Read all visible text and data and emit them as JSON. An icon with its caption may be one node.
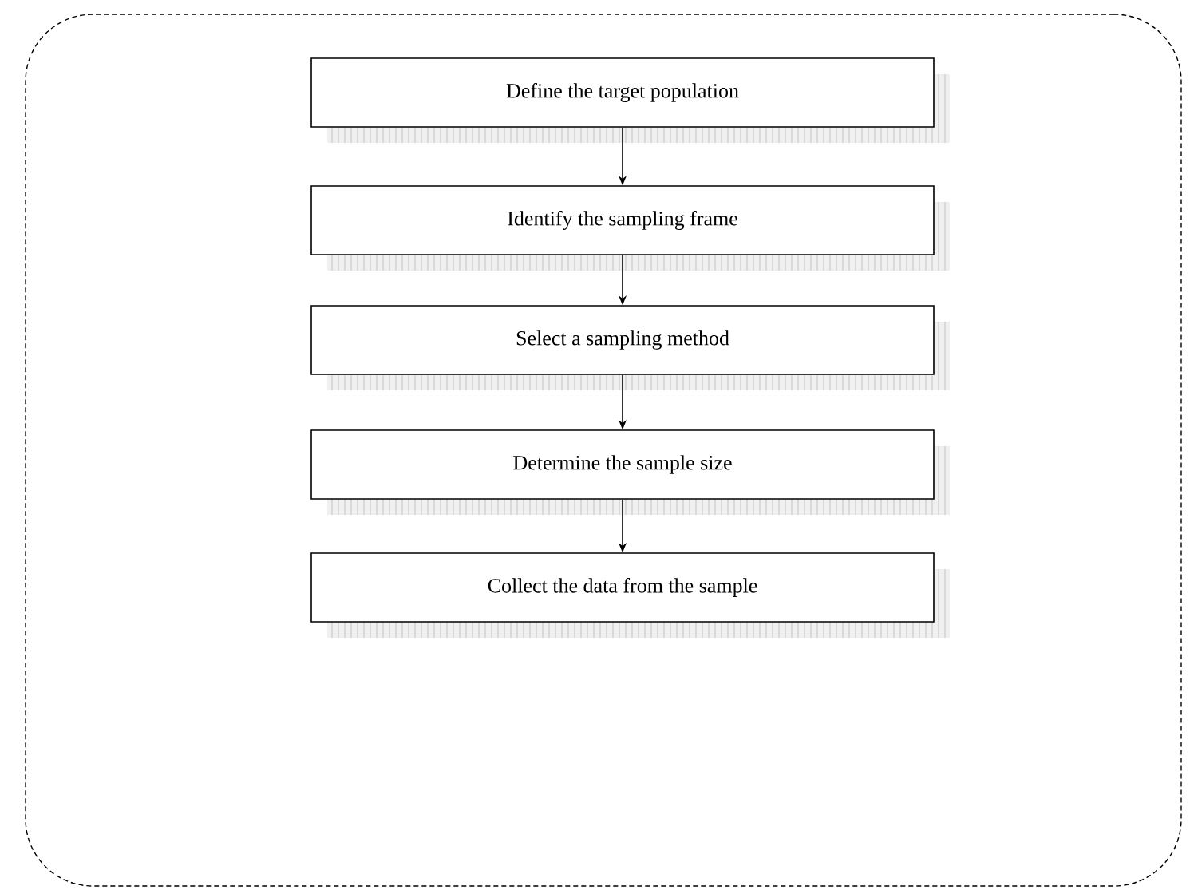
{
  "diagram": {
    "nodes": [
      {
        "text": [],
        "shape": "box"
      },
      {
        "text": [
          "Define the target population"
        ],
        "in": 0
      },
      {
        "text": [
          "Identify the sampling frame"
        ],
        "in": 0
      },
      {
        "text": [
          "Select a sampling method"
        ],
        "in": 0
      },
      {
        "text": [
          "Determine the sample size"
        ],
        "in": 0
      },
      {
        "text": [
          "Collect the data from the sample"
        ],
        "in": 0
      }
    ],
    "edges": [
      {
        "from": 1,
        "to": 2,
        "arrow": "to"
      },
      {
        "from": 2,
        "to": 3,
        "arrow": "to"
      },
      {
        "from": 3,
        "to": 4,
        "arrow": "to"
      },
      {
        "from": 4,
        "to": 5,
        "arrow": "to"
      }
    ]
  }
}
